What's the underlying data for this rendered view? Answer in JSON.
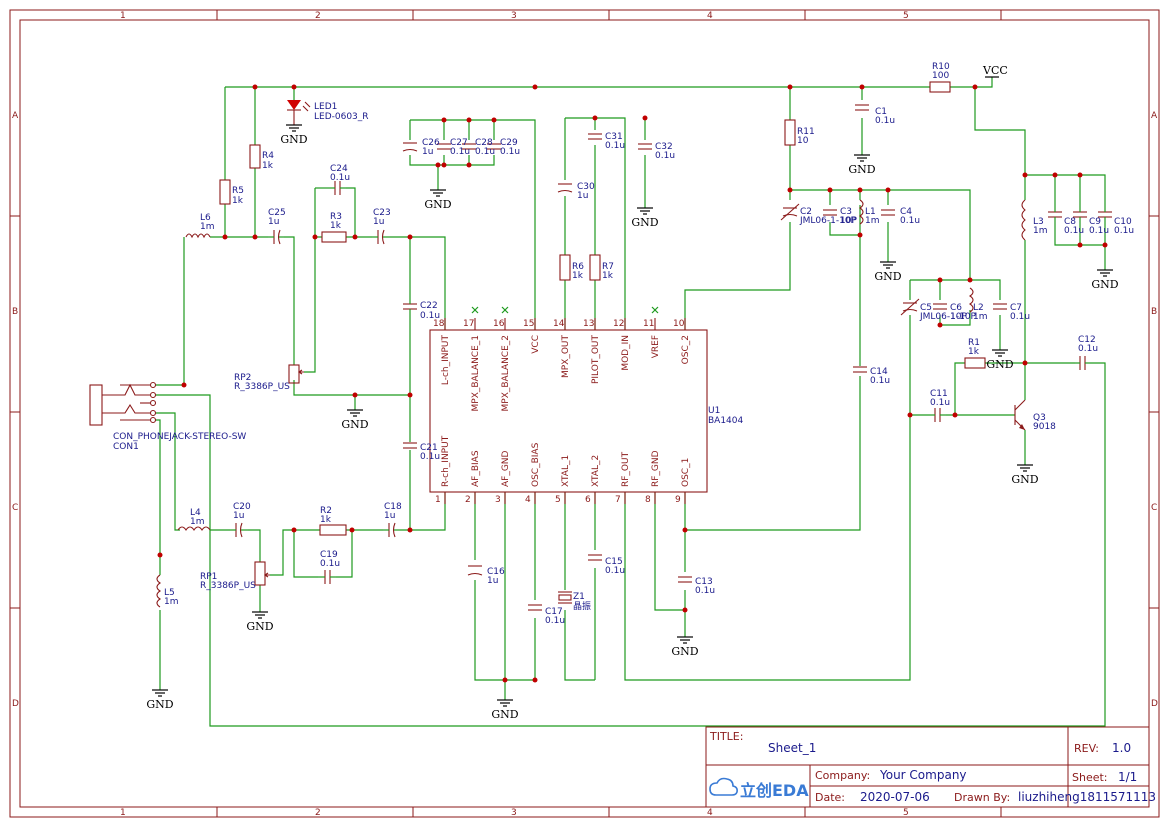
{
  "zones": {
    "cols": [
      "1",
      "2",
      "3",
      "4",
      "5"
    ],
    "rows": [
      "A",
      "B",
      "C",
      "D"
    ]
  },
  "components": {
    "led1": {
      "ref": "LED1",
      "value": "LED-0603_R"
    },
    "r4": {
      "ref": "R4",
      "value": "1k"
    },
    "r5": {
      "ref": "R5",
      "value": "1k"
    },
    "l6": {
      "ref": "L6",
      "value": "1m"
    },
    "c25": {
      "ref": "C25",
      "value": "1u"
    },
    "c24": {
      "ref": "C24",
      "value": "0.1u"
    },
    "r3": {
      "ref": "R3",
      "value": "1k"
    },
    "c23": {
      "ref": "C23",
      "value": "1u"
    },
    "rp2": {
      "ref": "RP2",
      "value": "R_3386P_US"
    },
    "c22": {
      "ref": "C22",
      "value": "0.1u"
    },
    "c21": {
      "ref": "C21",
      "value": "0.1u"
    },
    "con1": {
      "ref": "CON1",
      "value": "CON_PHONEJACK-STEREO-SW"
    },
    "l4": {
      "ref": "L4",
      "value": "1m"
    },
    "c20": {
      "ref": "C20",
      "value": "1u"
    },
    "r2": {
      "ref": "R2",
      "value": "1k"
    },
    "c19": {
      "ref": "C19",
      "value": "0.1u"
    },
    "c18": {
      "ref": "C18",
      "value": "1u"
    },
    "rp1": {
      "ref": "RP1",
      "value": "R_3386P_US"
    },
    "l5": {
      "ref": "L5",
      "value": "1m"
    },
    "c26": {
      "ref": "C26",
      "value": "1u"
    },
    "c27": {
      "ref": "C27",
      "value": "0.1u"
    },
    "c28": {
      "ref": "C28",
      "value": "0.1u"
    },
    "c29": {
      "ref": "C29",
      "value": "0.1u"
    },
    "c31": {
      "ref": "C31",
      "value": "0.1u"
    },
    "c32": {
      "ref": "C32",
      "value": "0.1u"
    },
    "c30": {
      "ref": "C30",
      "value": "1u"
    },
    "r6": {
      "ref": "R6",
      "value": "1k"
    },
    "r7": {
      "ref": "R7",
      "value": "1k"
    },
    "r11": {
      "ref": "R11",
      "value": "10"
    },
    "r10": {
      "ref": "R10",
      "value": "100"
    },
    "c1": {
      "ref": "C1",
      "value": "0.1u"
    },
    "c2": {
      "ref": "C2",
      "value": "JML06-1-10P"
    },
    "c3": {
      "ref": "C3",
      "value": "10P"
    },
    "l1": {
      "ref": "L1",
      "value": "1m"
    },
    "c4": {
      "ref": "C4",
      "value": "0.1u"
    },
    "c5": {
      "ref": "C5",
      "value": "JML06-1-10P"
    },
    "c6": {
      "ref": "C6",
      "value": "10P"
    },
    "l2": {
      "ref": "L2",
      "value": "1m"
    },
    "c7": {
      "ref": "C7",
      "value": "0.1u"
    },
    "l3": {
      "ref": "L3",
      "value": "1m"
    },
    "c8": {
      "ref": "C8",
      "value": "0.1u"
    },
    "c9": {
      "ref": "C9",
      "value": "0.1u"
    },
    "c10": {
      "ref": "C10",
      "value": "0.1u"
    },
    "c14": {
      "ref": "C14",
      "value": "0.1u"
    },
    "r1": {
      "ref": "R1",
      "value": "1k"
    },
    "c12": {
      "ref": "C12",
      "value": "0.1u"
    },
    "c11": {
      "ref": "C11",
      "value": "0.1u"
    },
    "q3": {
      "ref": "Q3",
      "value": "9018"
    },
    "c16": {
      "ref": "C16",
      "value": "1u"
    },
    "c17": {
      "ref": "C17",
      "value": "0.1u"
    },
    "z1": {
      "ref": "Z1",
      "value": "晶振"
    },
    "c15": {
      "ref": "C15",
      "value": "0.1u"
    },
    "c13": {
      "ref": "C13",
      "value": "0.1u"
    }
  },
  "ic": {
    "ref": "U1",
    "value": "BA1404",
    "top_pins": [
      {
        "num": "18",
        "name": "L-ch_INPUT"
      },
      {
        "num": "17",
        "name": "MPX_BALANCE_1"
      },
      {
        "num": "16",
        "name": "MPX_BALANCE_2"
      },
      {
        "num": "15",
        "name": "VCC"
      },
      {
        "num": "14",
        "name": "MPX_OUT"
      },
      {
        "num": "13",
        "name": "PILOT_OUT"
      },
      {
        "num": "12",
        "name": "MOD_IN"
      },
      {
        "num": "11",
        "name": "VREF"
      },
      {
        "num": "10",
        "name": "OSC_2"
      }
    ],
    "bottom_pins": [
      {
        "num": "1",
        "name": "R-ch_INPUT"
      },
      {
        "num": "2",
        "name": "AF_BIAS"
      },
      {
        "num": "3",
        "name": "AF_GND"
      },
      {
        "num": "4",
        "name": "OSC_BIAS"
      },
      {
        "num": "5",
        "name": "XTAL_1"
      },
      {
        "num": "6",
        "name": "XTAL_2"
      },
      {
        "num": "7",
        "name": "RF_OUT"
      },
      {
        "num": "8",
        "name": "RF_GND"
      },
      {
        "num": "9",
        "name": "OSC_1"
      }
    ]
  },
  "net_labels": {
    "gnd": "GND",
    "vcc": "VCC"
  },
  "title_block": {
    "title_label": "TITLE:",
    "title_value": "Sheet_1",
    "rev_label": "REV:",
    "rev_value": "1.0",
    "company_label": "Company:",
    "company_value": "Your Company",
    "sheet_label": "Sheet:",
    "sheet_value": "1/1",
    "date_label": "Date:",
    "date_value": "2020-07-06",
    "drawn_label": "Drawn By:",
    "drawn_value": "liuzhiheng1811571113",
    "logo_text": "立创EDA"
  }
}
